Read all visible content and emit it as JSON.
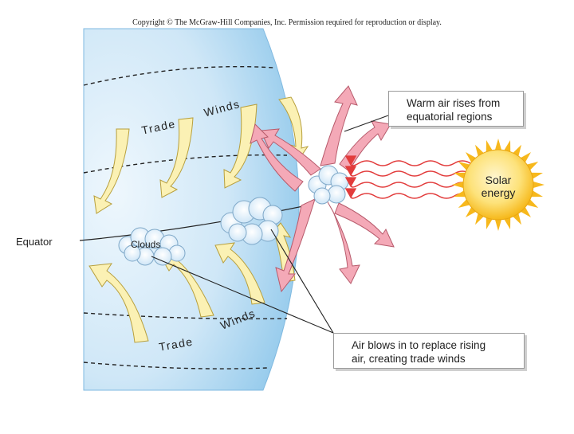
{
  "copyright": "Copyright © The McGraw-Hill Companies, Inc. Permission required for reproduction or display.",
  "labels": {
    "equator": "Equator",
    "clouds": "Clouds",
    "trade_top": "Trade",
    "winds_top": "Winds",
    "trade_bottom": "Trade",
    "winds_bottom": "Winds",
    "solar_line1": "Solar",
    "solar_line2": "energy"
  },
  "callouts": {
    "warm_air": {
      "line1": "Warm air rises from",
      "line2": "equatorial regions"
    },
    "air_blows": {
      "line1": "Air blows in to replace rising",
      "line2": "air, creating trade winds"
    }
  },
  "colors": {
    "globe_light": "#e6f2fb",
    "globe_dark": "#8cc6ea",
    "trade_wind_arrow": "#fbf1b4",
    "rising_air_arrow": "#f4a9b7",
    "solar_ray": "#e23c3c",
    "sun": "#f9c623"
  }
}
